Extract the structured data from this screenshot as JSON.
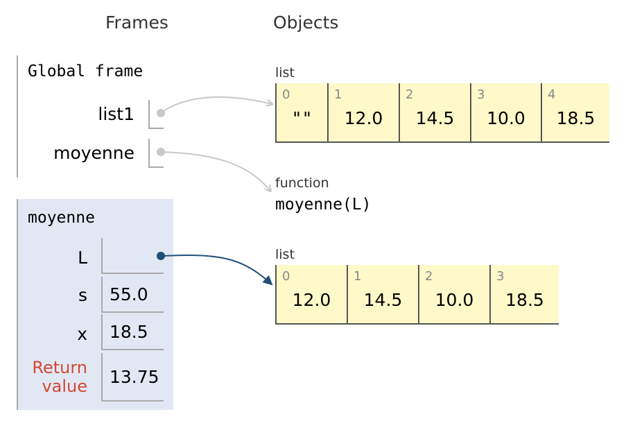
{
  "headers": {
    "frames": "Frames",
    "objects": "Objects"
  },
  "global_frame": {
    "title": "Global frame",
    "vars": [
      {
        "name": "list1"
      },
      {
        "name": "moyenne"
      }
    ]
  },
  "local_frame": {
    "title": "moyenne",
    "vars": [
      {
        "name": "L",
        "value": ""
      },
      {
        "name": "s",
        "value": "55.0"
      },
      {
        "name": "x",
        "value": "18.5"
      }
    ],
    "return_label_1": "Return",
    "return_label_2": "value",
    "return_value": "13.75"
  },
  "objects": {
    "list1": {
      "type": "list",
      "cells": [
        {
          "index": "0",
          "value": "\"\""
        },
        {
          "index": "1",
          "value": "12.0"
        },
        {
          "index": "2",
          "value": "14.5"
        },
        {
          "index": "3",
          "value": "10.0"
        },
        {
          "index": "4",
          "value": "18.5"
        }
      ]
    },
    "func": {
      "type": "function",
      "signature": "moyenne(L)"
    },
    "list2": {
      "type": "list",
      "cells": [
        {
          "index": "0",
          "value": "12.0"
        },
        {
          "index": "1",
          "value": "14.5"
        },
        {
          "index": "2",
          "value": "10.0"
        },
        {
          "index": "3",
          "value": "18.5"
        }
      ]
    }
  },
  "colors": {
    "grey_pointer": "#c8c8c8",
    "active_pointer": "#1f4e79",
    "list_bg": "#fff9c9",
    "frame_bg": "#e2e8f3",
    "return_label": "#d14836"
  }
}
